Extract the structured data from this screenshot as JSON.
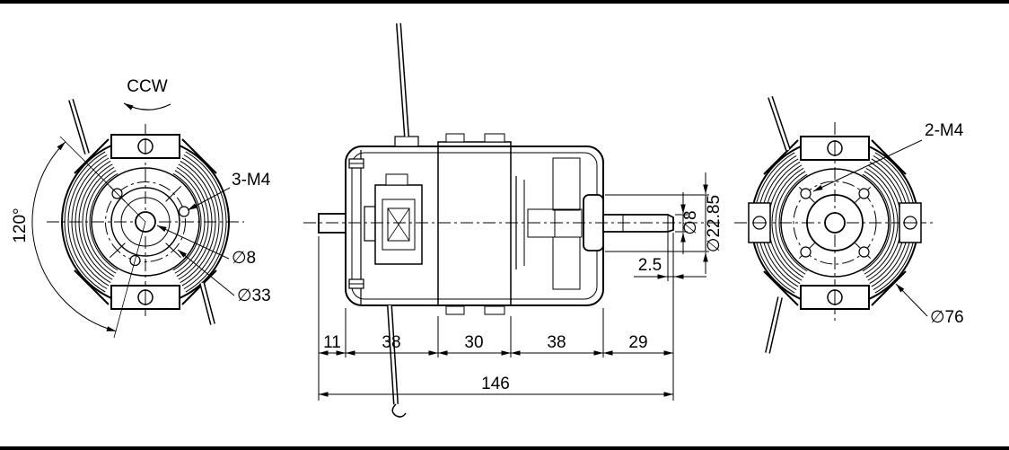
{
  "front_view": {
    "rotation_label": "CCW",
    "angle_label": "120°",
    "thread_label": "3-M4",
    "shaft_dia_label": "∅8",
    "bolt_circle_label": "∅33"
  },
  "side_view": {
    "dims": [
      "11",
      "38",
      "30",
      "38",
      "29"
    ],
    "total_length_label": "146",
    "chamfer_label": "2.5",
    "shaft_dia_label": "∅8",
    "boss_dia_label": "∅22.85"
  },
  "rear_view": {
    "thread_label": "2-M4",
    "outer_dia_label": "∅76"
  }
}
